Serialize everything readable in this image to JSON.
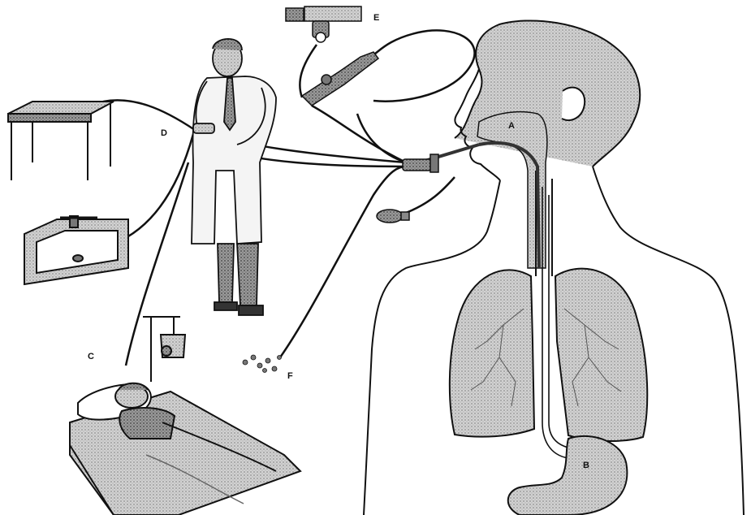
{
  "labels": {
    "a": "A",
    "b": "B",
    "c": "C",
    "d": "D",
    "e": "E",
    "f": "F"
  },
  "palette": {
    "line": "#111111",
    "gray_light": "#cfcfcf",
    "gray_mid": "#a8a8a8",
    "gray_dark": "#555555",
    "white": "#ffffff"
  },
  "icons": [
    "table-icon",
    "sink-icon",
    "doctor-figure",
    "iv-stand-icon",
    "patient-in-bed",
    "light-source-icon",
    "endoscope-handpiece",
    "torso-cross-section",
    "lungs",
    "stomach",
    "balloon-syringe",
    "sample-pills"
  ]
}
